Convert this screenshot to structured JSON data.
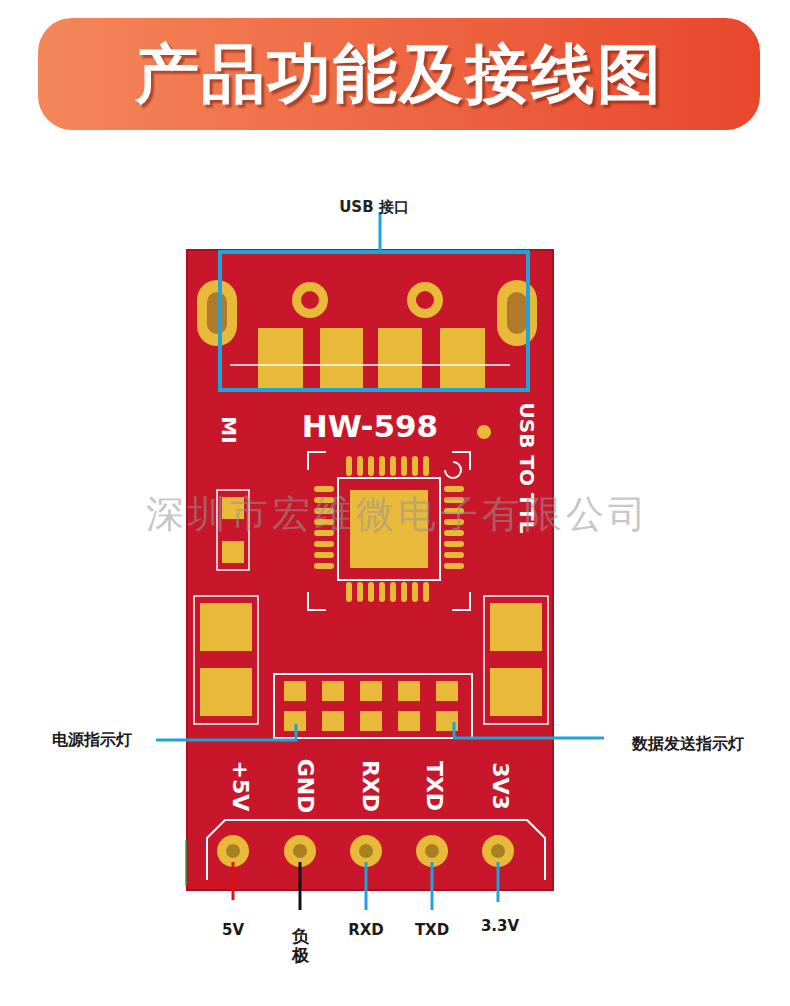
{
  "diagram": {
    "title": "产品功能及接线图",
    "nodes": [
      {
        "text": [
          "USB 接口"
        ]
      }
    ],
    "labels": [
      "HW-598",
      "MI",
      "USB TO TTL",
      "深圳市宏维微电子有限公司",
      "电源指示灯",
      "数据发送指示灯",
      "+5V",
      "GND",
      "RXD",
      "TXD",
      "3V3",
      "5V",
      "负极",
      "RXD",
      "TXD",
      "3.3V"
    ]
  }
}
